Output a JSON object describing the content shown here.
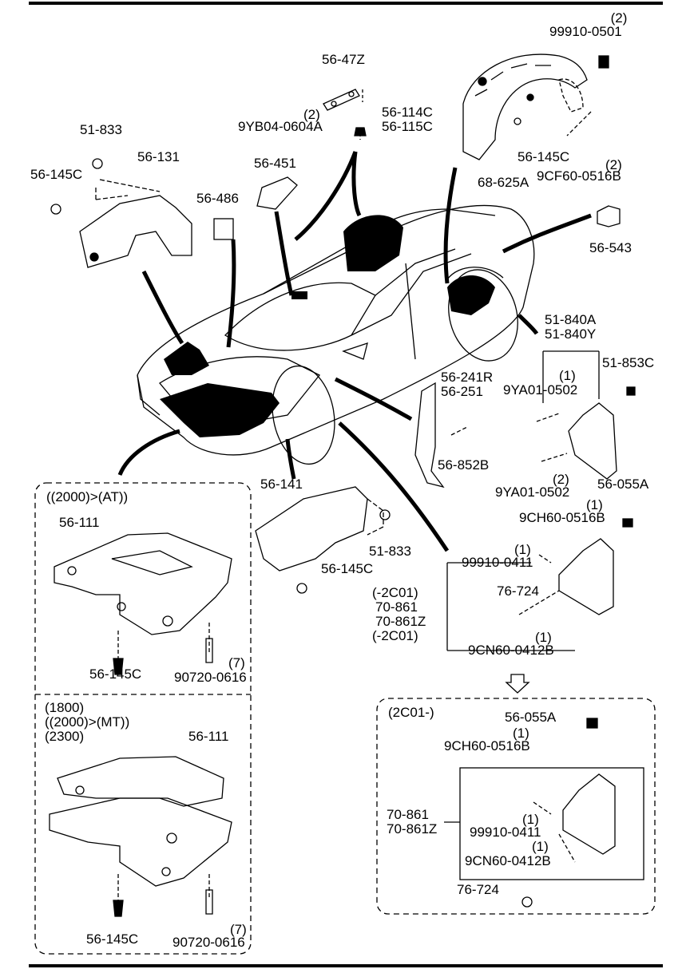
{
  "parts": {
    "p99910_0501": "99910-0501",
    "q99910_0501": "(2)",
    "p56_47z": "56-47Z",
    "p9yb04": "9YB04-0604A",
    "q9yb04": "(2)",
    "p56_114c": "56-114C",
    "p56_115c": "56-115C",
    "p56_145c_top": "56-145C",
    "p9cf60": "9CF60-0516B",
    "q9cf60": "(2)",
    "p68_625a": "68-625A",
    "p51_833_top": "51-833",
    "p56_131": "56-131",
    "p56_145c_left": "56-145C",
    "p56_451": "56-451",
    "p56_486": "56-486",
    "p56_543": "56-543",
    "p51_840a": "51-840A",
    "p51_840y": "51-840Y",
    "p51_853c": "51-853C",
    "p9ya01_a": "9YA01-0502",
    "q9ya01_a": "(1)",
    "p56_241r": "56-241R",
    "p56_251": "56-251",
    "p56_852b": "56-852B",
    "p9ya01_b": "9YA01-0502",
    "q9ya01_b": "(2)",
    "p56_141": "56-141",
    "p51_833_mid": "51-833",
    "p56_145c_mid": "56-145C",
    "p56_055a": "56-055A",
    "p9ch60": "9CH60-0516B",
    "q9ch60": "(1)",
    "p99910_0411": "99910-0411",
    "q99910_0411": "(1)",
    "p76_724": "76-724",
    "range1": "(-2C01)",
    "p70_861": "70-861",
    "p70_861z": "70-861Z",
    "range2": "(-2C01)",
    "p9cn60": "9CN60-0412B",
    "q9cn60": "(1)"
  },
  "box_at": {
    "condition": "((2000)>(AT))",
    "p56_111": "56-111",
    "p56_145c": "56-145C",
    "p90720": "90720-0616",
    "q90720": "(7)"
  },
  "box_mt": {
    "cond1": "(1800)",
    "cond2": "((2000)>(MT))",
    "cond3": "(2300)",
    "p56_111": "56-111",
    "p56_145c": "56-145C",
    "p90720": "90720-0616",
    "q90720": "(7)"
  },
  "box_new": {
    "condition": "(2C01-)",
    "p56_055a": "56-055A",
    "p9ch60": "9CH60-0516B",
    "q9ch60": "(1)",
    "p70_861": "70-861",
    "p70_861z": "70-861Z",
    "p99910_0411": "99910-0411",
    "q99910_0411": "(1)",
    "p9cn60": "9CN60-0412B",
    "q9cn60": "(1)",
    "p76_724": "76-724"
  }
}
